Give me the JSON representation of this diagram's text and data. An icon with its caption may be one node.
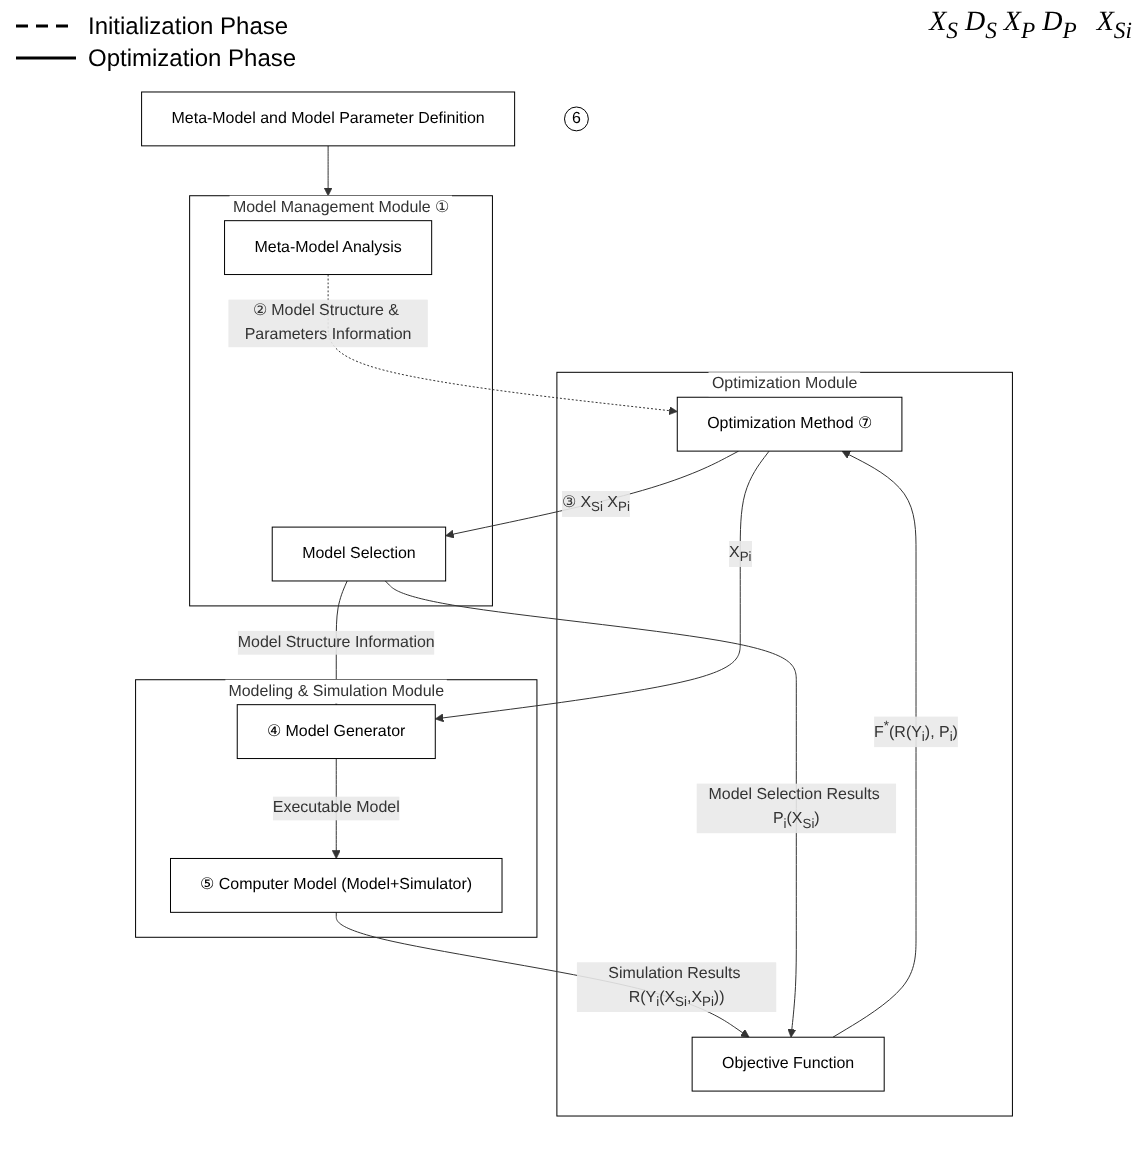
{
  "diagram": {
    "nodes": [
      {
        "text": [
          "Meta-Model and Model Parameter Definition"
        ]
      },
      {
        "text": [
          "Model Management Module ①"
        ]
      },
      {
        "text": [
          "Meta-Model Analysis"
        ],
        "in": 1
      },
      {
        "text": [
          "Model Selection"
        ],
        "in": 1
      },
      {
        "text": [
          "Optimization Module"
        ]
      },
      {
        "text": [
          "Optimization Method ⑦"
        ],
        "in": 4
      },
      {
        "text": [
          "Objective Function"
        ],
        "in": 4
      },
      {
        "text": [
          "Modeling & Simulation Module"
        ]
      },
      {
        "text": [
          "④ Model Generator"
        ],
        "in": 7
      },
      {
        "text": [
          "⑤ Computer Model (Model+Simulator)"
        ],
        "in": 7
      },
      {
        "text": [
          "6"
        ]
      }
    ],
    "edges": [
      {
        "from": 0,
        "to": 1,
        "arrow": "to"
      },
      {
        "from": 2,
        "to": 5,
        "arrow": "to",
        "style": "dashed",
        "label": "② Model Structure & Parameters Information"
      },
      {
        "from": 5,
        "to": 3,
        "arrow": "to",
        "label": "③ X$_{Si}$ X$_{Pi}$"
      },
      {
        "from": 5,
        "to": 8,
        "arrow": "to",
        "label": "X$_{Pi}$"
      },
      {
        "from": 3,
        "to": 8,
        "arrow": "to",
        "label": "Model Structure Information"
      },
      {
        "from": 8,
        "to": 9,
        "arrow": "to",
        "label": "Executable Model"
      },
      {
        "from": 9,
        "to": 6,
        "arrow": "to",
        "label": "Simulation Results R(Y$_{i}$(X$_{Si}$,X$_{Pi}$))"
      },
      {
        "from": 3,
        "to": 6,
        "arrow": "to",
        "label": "Model Selection Results P$_{i}$(X$_{Si}$)"
      },
      {
        "from": 6,
        "to": 5,
        "arrow": "to",
        "label": "F$^{*}$(R(Y$_{i}$), P$_{i}$)"
      }
    ],
    "labels": [
      "X$_{S}$ D$_{S}$ X$_{P}$ D$_{P}$",
      "X$_{Si}$"
    ],
    "legend": [
      {
        "text": "Initialization Phase"
      },
      {
        "text": "Optimization Phase"
      }
    ]
  }
}
